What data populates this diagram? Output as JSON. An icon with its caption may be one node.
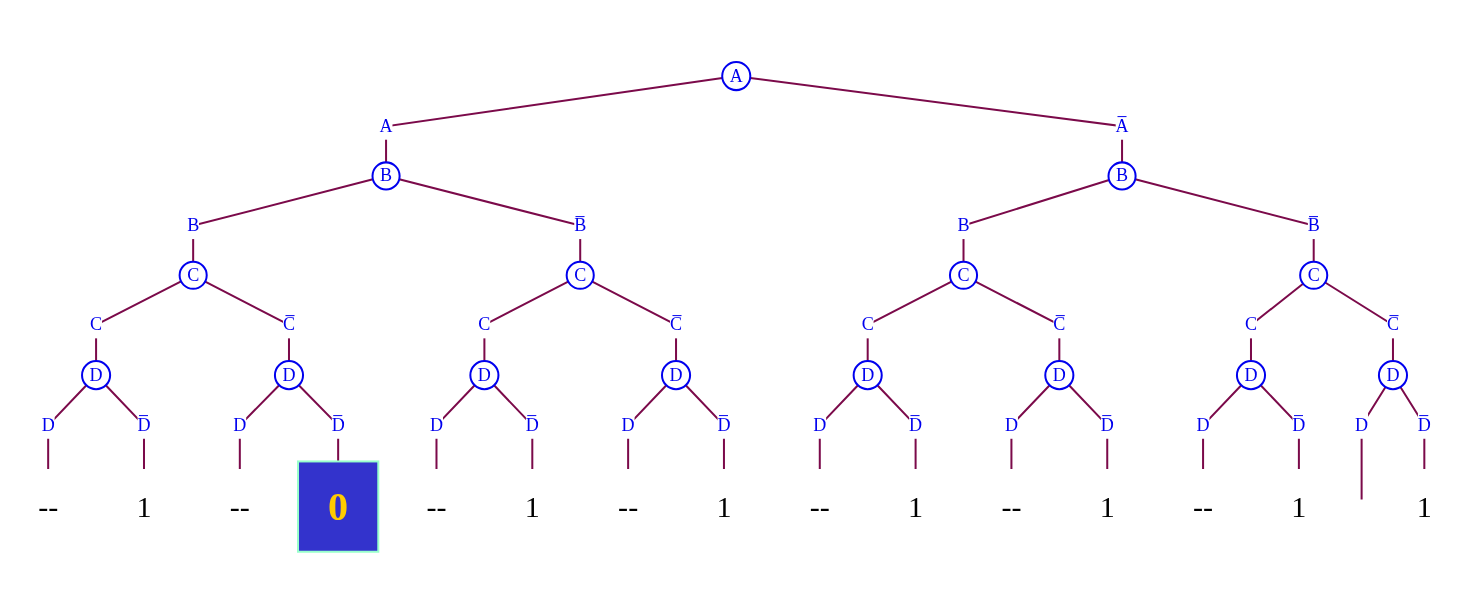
{
  "diagram": {
    "nodes": [
      {
        "text": [
          "A"
        ]
      },
      {
        "text": [
          "B"
        ]
      },
      {
        "text": [
          "B"
        ]
      },
      {
        "text": [
          "C"
        ]
      },
      {
        "text": [
          "C"
        ]
      },
      {
        "text": [
          "C"
        ]
      },
      {
        "text": [
          "C"
        ]
      },
      {
        "text": [
          "D"
        ]
      },
      {
        "text": [
          "D"
        ]
      },
      {
        "text": [
          "D"
        ]
      },
      {
        "text": [
          "D"
        ]
      },
      {
        "text": [
          "D"
        ]
      },
      {
        "text": [
          "D"
        ]
      },
      {
        "text": [
          "D"
        ]
      },
      {
        "text": [
          "D"
        ]
      },
      {
        "text": [
          "--"
        ]
      },
      {
        "text": [
          "1"
        ]
      },
      {
        "text": [
          "--"
        ]
      },
      {
        "text": [
          "0"
        ]
      },
      {
        "text": [
          "--"
        ]
      },
      {
        "text": [
          "1"
        ]
      },
      {
        "text": [
          "--"
        ]
      },
      {
        "text": [
          "1"
        ]
      },
      {
        "text": [
          "--"
        ]
      },
      {
        "text": [
          "1"
        ]
      },
      {
        "text": [
          "--"
        ]
      },
      {
        "text": [
          "1"
        ]
      },
      {
        "text": [
          "--"
        ]
      },
      {
        "text": [
          "1"
        ]
      },
      {
        "text": [
          "1"
        ]
      }
    ],
    "edges": [
      {
        "from": 0,
        "to": 1,
        "arrow": "none",
        "label": "A"
      },
      {
        "from": 0,
        "to": 2,
        "arrow": "none",
        "label": "A̅"
      },
      {
        "from": 1,
        "to": 3,
        "arrow": "none",
        "label": "B"
      },
      {
        "from": 1,
        "to": 4,
        "arrow": "none",
        "label": "B̅"
      },
      {
        "from": 2,
        "to": 5,
        "arrow": "none",
        "label": "B"
      },
      {
        "from": 2,
        "to": 6,
        "arrow": "none",
        "label": "B̅"
      },
      {
        "from": 3,
        "to": 7,
        "arrow": "none",
        "label": "C"
      },
      {
        "from": 3,
        "to": 8,
        "arrow": "none",
        "label": "C̅"
      },
      {
        "from": 4,
        "to": 9,
        "arrow": "none",
        "label": "C"
      },
      {
        "from": 4,
        "to": 10,
        "arrow": "none",
        "label": "C̅"
      },
      {
        "from": 5,
        "to": 11,
        "arrow": "none",
        "label": "C"
      },
      {
        "from": 5,
        "to": 12,
        "arrow": "none",
        "label": "C̅"
      },
      {
        "from": 6,
        "to": 13,
        "arrow": "none",
        "label": "C"
      },
      {
        "from": 6,
        "to": 14,
        "arrow": "none",
        "label": "C̅"
      },
      {
        "from": 7,
        "to": 15,
        "arrow": "none",
        "label": "D"
      },
      {
        "from": 7,
        "to": 16,
        "arrow": "none",
        "label": "D̅"
      },
      {
        "from": 8,
        "to": 17,
        "arrow": "none",
        "label": "D"
      },
      {
        "from": 8,
        "to": 18,
        "arrow": "none",
        "label": "D̅"
      },
      {
        "from": 9,
        "to": 19,
        "arrow": "none",
        "label": "D"
      },
      {
        "from": 9,
        "to": 20,
        "arrow": "none",
        "label": "D̅"
      },
      {
        "from": 10,
        "to": 21,
        "arrow": "none",
        "label": "D"
      },
      {
        "from": 10,
        "to": 22,
        "arrow": "none",
        "label": "D̅"
      },
      {
        "from": 11,
        "to": 23,
        "arrow": "none",
        "label": "D"
      },
      {
        "from": 11,
        "to": 24,
        "arrow": "none",
        "label": "D̅"
      },
      {
        "from": 12,
        "to": 25,
        "arrow": "none",
        "label": "D"
      },
      {
        "from": 12,
        "to": 26,
        "arrow": "none",
        "label": "D̅"
      },
      {
        "from": 13,
        "to": 27,
        "arrow": "none",
        "label": "D"
      },
      {
        "from": 13,
        "to": 28,
        "arrow": "none",
        "label": "D̅"
      },
      {
        "from": 14,
        "to": null,
        "arrow": "none",
        "label": "D"
      },
      {
        "from": 14,
        "to": 29,
        "arrow": "none",
        "label": "D̅"
      }
    ]
  }
}
